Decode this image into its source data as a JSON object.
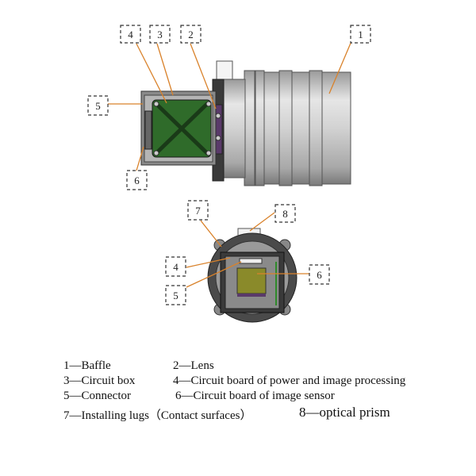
{
  "callouts": {
    "c1": "1",
    "c2": "2",
    "c3": "3",
    "c4": "4",
    "c5": "5",
    "c6": "6",
    "c7": "7",
    "c8": "8",
    "c4b": "4",
    "c5b": "5",
    "c6b": "6"
  },
  "legend": {
    "item1": "1—Baffle",
    "item2": "2—Lens",
    "item3": "3—Circuit box",
    "item4": "4—Circuit board of power and image processing",
    "item5": "5—Connector",
    "item6": "6—Circuit board of image sensor",
    "item7": "7—Installing lugs（Contact surfaces）",
    "item8": "8—optical prism"
  },
  "colors": {
    "leader": "#d9822b",
    "board": "#2f6b2a",
    "sensor": "#8a8a2a",
    "metal": "#c8c8c8"
  }
}
